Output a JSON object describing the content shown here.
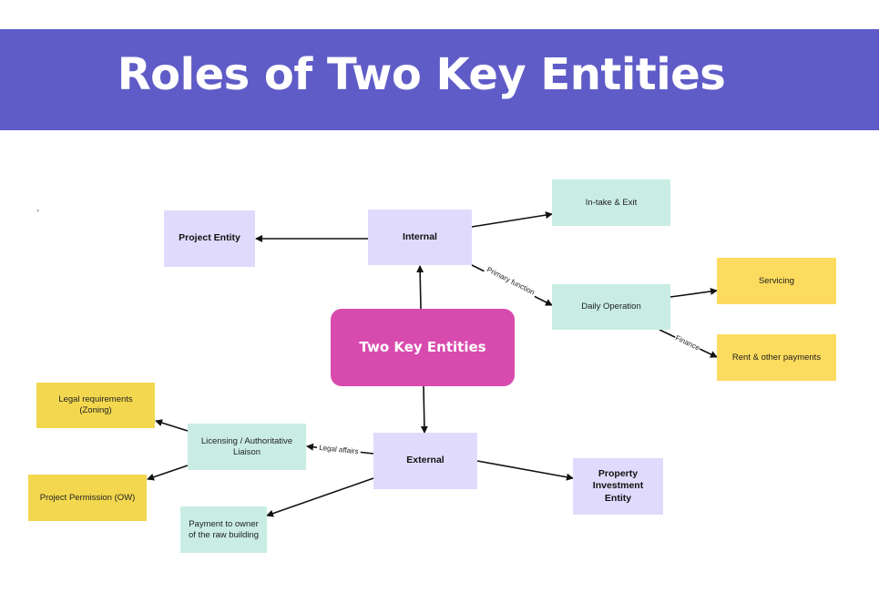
{
  "title": "Roles of Two Key Entities",
  "stray_mark": "`",
  "nodes": {
    "center": "Two Key Entities",
    "internal": "Internal",
    "external": "External",
    "project_entity": "Project Entity",
    "intake_exit": "In-take & Exit",
    "daily_operation": "Daily Operation",
    "servicing": "Servicing",
    "rent": "Rent & other payments",
    "property_investment": "Property Investment Entity",
    "licensing": "Licensing / Authoritative Liaison",
    "legal_requirements": "Legal requirements (Zoning)",
    "project_permission": "Project Permission (OW)",
    "payment_owner": "Payment to owner of the raw building"
  },
  "edge_labels": {
    "primary_function": "Primary function",
    "finance": "Finance",
    "legal_affairs": "Legal affairs"
  },
  "colors": {
    "banner": "#5f5cc8",
    "center": "#d84bae",
    "purple": "#e0dbfd",
    "teal": "#c9ede4",
    "yellow": "#fddb5e"
  }
}
